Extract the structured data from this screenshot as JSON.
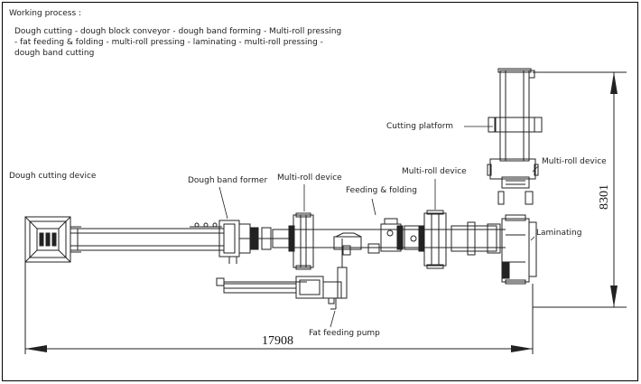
{
  "process": {
    "title": "Working process :",
    "lines": [
      "Dough cutting - dough block conveyor - dough band forming - Multi-roll pressing",
      "- fat feeding & folding - multi-roll pressing - laminating - multi-roll pressing -",
      "dough band cutting"
    ]
  },
  "labels": {
    "dough_cutting_device": "Dough cutting device",
    "dough_band_former": "Dough band former",
    "multi_roll_device_1": "Multi-roll device",
    "feeding_folding": "Feeding & folding",
    "multi_roll_device_2": "Multi-roll device",
    "cutting_platform": "Cutting platform",
    "multi_roll_device_3": "Multi-roll device",
    "laminating": "Laminating",
    "fat_feeding_pump": "Fat feeding pump"
  },
  "dimensions": {
    "horizontal": "17908",
    "vertical": "8301"
  }
}
